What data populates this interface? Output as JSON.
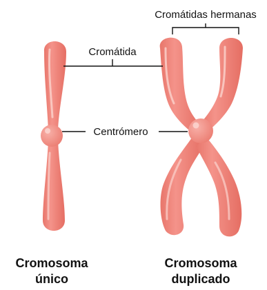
{
  "labels": {
    "sister_chromatids": "Cromátidas hermanas",
    "chromatid": "Cromátida",
    "centromere": "Centrómero"
  },
  "captions": {
    "single": {
      "line1": "Cromosoma",
      "line2": "único"
    },
    "duplicated": {
      "line1": "Cromosoma",
      "line2": "duplicado"
    }
  },
  "colors": {
    "chromosome_fill": "#F0877C",
    "chromosome_shade": "#E57166",
    "highlight": "#F9C6BF",
    "text": "#111111"
  }
}
